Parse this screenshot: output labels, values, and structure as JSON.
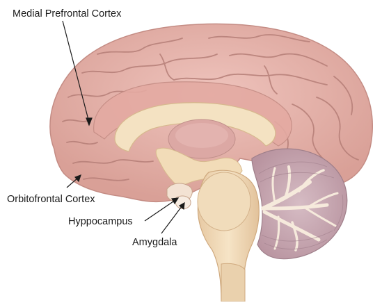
{
  "labels": {
    "medial_prefrontal_cortex": "Medial Prefrontal Cortex",
    "orbitofrontal_cortex": "Orbitofrontal Cortex",
    "hippocampus": "Hyppocampus",
    "amygdala": "Amygdala"
  },
  "colors": {
    "cortex": "#e6b4ad",
    "cortex_shadow": "#c98f87",
    "gyri_line": "#b57e77",
    "white_matter": "#f2dcb8",
    "corpus_callosum": "#f4e2c2",
    "thalamus": "#dcaaa6",
    "brainstem": "#f0d8b4",
    "cerebellum_gray": "#c7a9b3",
    "cerebellum_white": "#f6eadc",
    "arrow": "#1a1a1a",
    "text": "#1a1a1a"
  }
}
